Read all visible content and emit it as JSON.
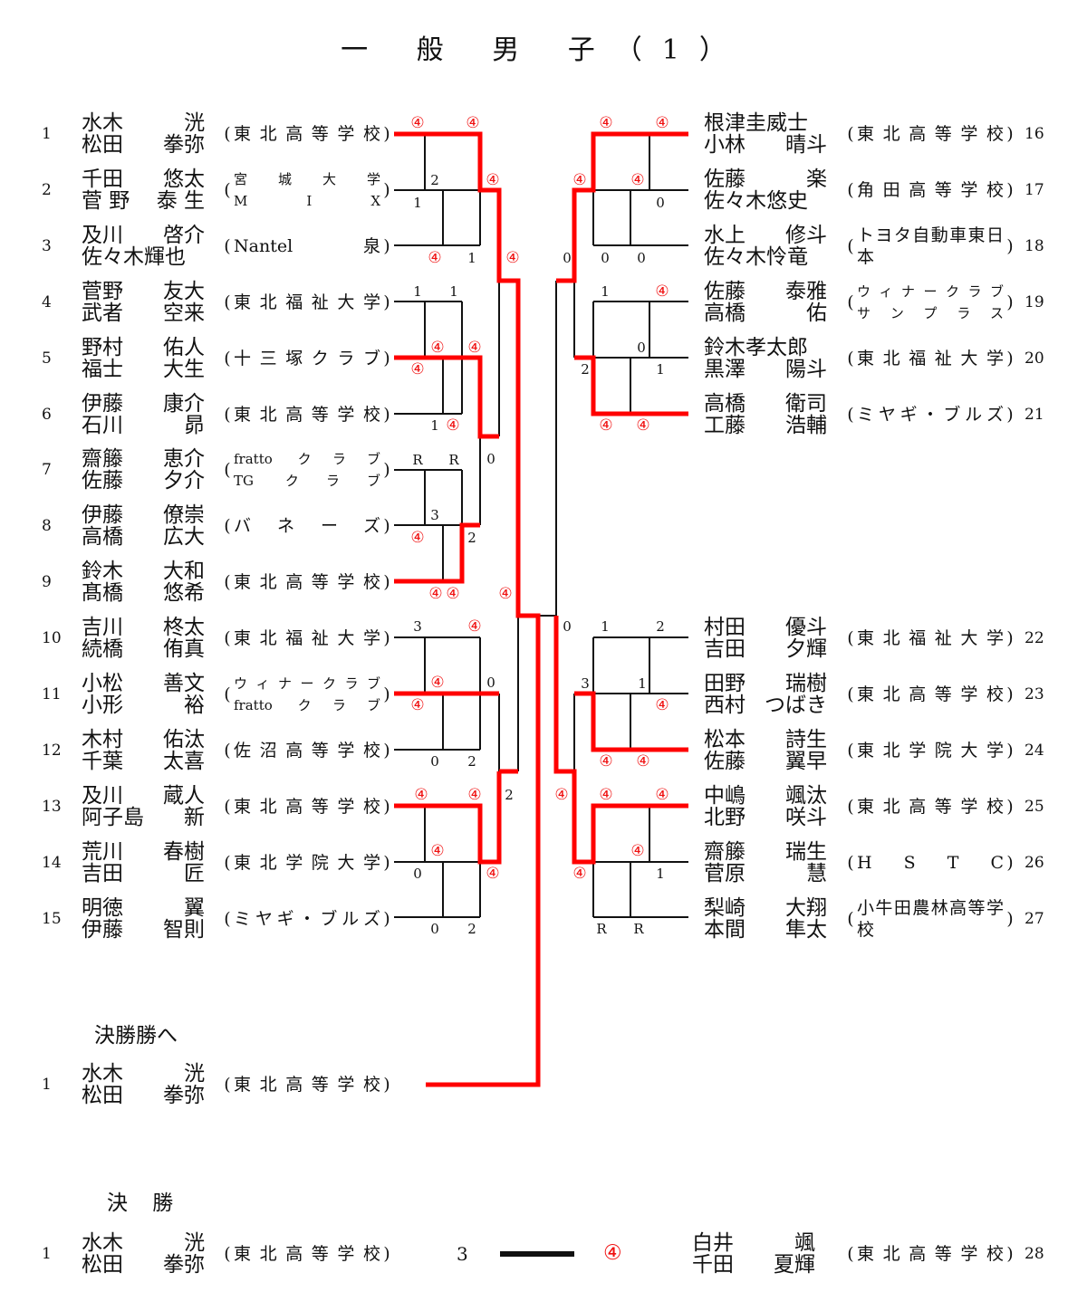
{
  "title": "一 般 男 子（1）",
  "left_entries": [
    {
      "no": "1",
      "names": [
        [
          "水木",
          "洸"
        ],
        [
          "松田",
          "拳弥"
        ]
      ],
      "team": [
        "東北高等学校"
      ]
    },
    {
      "no": "2",
      "names": [
        [
          "千田",
          "悠太"
        ],
        [
          "菅 野",
          "泰 生"
        ]
      ],
      "team": [
        "宮 城 大 学",
        "M I X"
      ]
    },
    {
      "no": "3",
      "names": [
        [
          "及川",
          "啓介"
        ],
        [
          "佐々木輝也",
          ""
        ]
      ],
      "team": [
        "Nantel泉"
      ]
    },
    {
      "no": "4",
      "names": [
        [
          "菅野",
          "友大"
        ],
        [
          "武者",
          "空来"
        ]
      ],
      "team": [
        "東北福祉大学"
      ]
    },
    {
      "no": "5",
      "names": [
        [
          "野村",
          "佑人"
        ],
        [
          "福士",
          "大生"
        ]
      ],
      "team": [
        "十三塚クラブ"
      ]
    },
    {
      "no": "6",
      "names": [
        [
          "伊藤",
          "康介"
        ],
        [
          "石川",
          "昴"
        ]
      ],
      "team": [
        "東北高等学校"
      ]
    },
    {
      "no": "7",
      "names": [
        [
          "齋籐",
          "恵介"
        ],
        [
          "佐藤",
          "夕介"
        ]
      ],
      "team": [
        "fratto クラブ",
        "TG クラブ"
      ]
    },
    {
      "no": "8",
      "names": [
        [
          "伊藤",
          "僚崇"
        ],
        [
          "高橋",
          "広大"
        ]
      ],
      "team": [
        "バネーズ"
      ]
    },
    {
      "no": "9",
      "names": [
        [
          "鈴木",
          "大和"
        ],
        [
          "髙橋",
          "悠希"
        ]
      ],
      "team": [
        "東北高等学校"
      ]
    },
    {
      "no": "10",
      "names": [
        [
          "吉川",
          "柊太"
        ],
        [
          "続橋",
          "侑真"
        ]
      ],
      "team": [
        "東北福祉大学"
      ]
    },
    {
      "no": "11",
      "names": [
        [
          "小松",
          "善文"
        ],
        [
          "小形",
          "裕"
        ]
      ],
      "team": [
        "ウィナークラブ",
        "fratto クラブ"
      ]
    },
    {
      "no": "12",
      "names": [
        [
          "木村",
          "佑汰"
        ],
        [
          "千葉",
          "太喜"
        ]
      ],
      "team": [
        "佐沼高等学校"
      ]
    },
    {
      "no": "13",
      "names": [
        [
          "及川",
          "蔵人"
        ],
        [
          "阿子島",
          "新"
        ]
      ],
      "team": [
        "東北高等学校"
      ]
    },
    {
      "no": "14",
      "names": [
        [
          "荒川",
          "春樹"
        ],
        [
          "吉田",
          "匠"
        ]
      ],
      "team": [
        "東北学院大学"
      ]
    },
    {
      "no": "15",
      "names": [
        [
          "明徳",
          "翼"
        ],
        [
          "伊藤",
          "智則"
        ]
      ],
      "team": [
        "ミヤギ・ブルズ"
      ]
    }
  ],
  "right_entries": [
    {
      "no": "16",
      "names": [
        [
          "根津圭威士",
          ""
        ],
        [
          "小林",
          "晴斗"
        ]
      ],
      "team": [
        "東北高等学校"
      ]
    },
    {
      "no": "17",
      "names": [
        [
          "佐藤",
          "楽"
        ],
        [
          "佐々木悠史",
          ""
        ]
      ],
      "team": [
        "角田高等学校"
      ]
    },
    {
      "no": "18",
      "names": [
        [
          "水上",
          "修斗"
        ],
        [
          "佐々木怜竜",
          ""
        ]
      ],
      "team": [
        "トヨタ自動車東日本"
      ]
    },
    {
      "no": "19",
      "names": [
        [
          "佐藤",
          "泰雅"
        ],
        [
          "高橋",
          "佑"
        ]
      ],
      "team": [
        "ウィナークラブ",
        "サンプラス"
      ]
    },
    {
      "no": "20",
      "names": [
        [
          "鈴木孝太郎",
          ""
        ],
        [
          "黒澤",
          "陽斗"
        ]
      ],
      "team": [
        "東北福祉大学"
      ]
    },
    {
      "no": "21",
      "names": [
        [
          "高橋",
          "衛司"
        ],
        [
          "工藤",
          "浩輔"
        ]
      ],
      "team": [
        "ミヤギ・ブルズ"
      ]
    },
    {
      "no": "22",
      "names": [
        [
          "村田",
          "優斗"
        ],
        [
          "吉田",
          "夕輝"
        ]
      ],
      "team": [
        "東北福祉大学"
      ]
    },
    {
      "no": "23",
      "names": [
        [
          "田野",
          "瑞樹"
        ],
        [
          "西村",
          "つばき"
        ]
      ],
      "team": [
        "東北高等学校"
      ]
    },
    {
      "no": "24",
      "names": [
        [
          "松本",
          "詩生"
        ],
        [
          "佐藤",
          "翼早"
        ]
      ],
      "team": [
        "東北学院大学"
      ]
    },
    {
      "no": "25",
      "names": [
        [
          "中嶋",
          "颯汰"
        ],
        [
          "北野",
          "咲斗"
        ]
      ],
      "team": [
        "東北高等学校"
      ]
    },
    {
      "no": "26",
      "names": [
        [
          "齋籐",
          "瑞生"
        ],
        [
          "菅原",
          "慧"
        ]
      ],
      "team": [
        "H S T C"
      ]
    },
    {
      "no": "27",
      "names": [
        [
          "梨崎",
          "大翔"
        ],
        [
          "本間",
          "隼太"
        ]
      ],
      "team": [
        "小牛田農林高等学校"
      ]
    }
  ],
  "scores_left": [
    "④",
    "④",
    "2",
    "1",
    "④",
    "④",
    "1",
    "④",
    "1",
    "1",
    "④",
    "④",
    "④",
    "1",
    "④",
    "0",
    "R",
    "R",
    "3",
    "④",
    "2",
    "④",
    "④",
    "④",
    "3",
    "④",
    "④",
    "0",
    "④",
    "0",
    "2",
    "2",
    "④",
    "④",
    "④",
    "0",
    "④",
    "0",
    "2"
  ],
  "scores_right": [
    "④",
    "④",
    "④",
    "④",
    "0",
    "0",
    "0",
    "0",
    "1",
    "④",
    "0",
    "2",
    "1",
    "④",
    "④",
    "0",
    "1",
    "2",
    "3",
    "1",
    "④",
    "④",
    "④",
    "④",
    "④",
    "④",
    "④",
    "④",
    "1",
    "R",
    "R"
  ],
  "to_final": {
    "heading": "決勝勝へ",
    "entry": {
      "no": "1",
      "names": [
        [
          "水木",
          "洸"
        ],
        [
          "松田",
          "拳弥"
        ]
      ],
      "team": [
        "東北高等学校"
      ]
    }
  },
  "final": {
    "heading": "決 勝",
    "left": {
      "no": "1",
      "names": [
        [
          "水木",
          "洸"
        ],
        [
          "松田",
          "拳弥"
        ]
      ],
      "team": [
        "東北高等学校"
      ]
    },
    "left_score": "3",
    "right_score": "④",
    "right": {
      "no": "28",
      "names": [
        [
          "白井",
          "颯"
        ],
        [
          "千田",
          "夏輝"
        ]
      ],
      "team": [
        "東北高等学校"
      ]
    }
  },
  "colors": {
    "win_line": "#ff0000",
    "line": "#111111"
  }
}
